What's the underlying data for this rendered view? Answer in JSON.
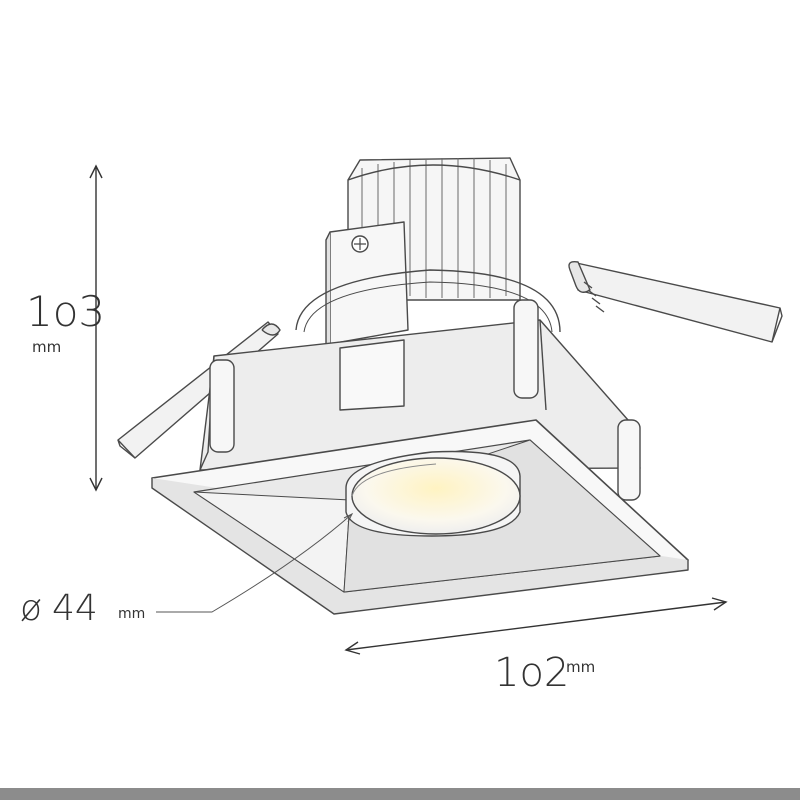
{
  "dimensions": {
    "height": {
      "value": "1o3",
      "unit": "mm"
    },
    "diameter": {
      "symbol": "ø",
      "value": "44",
      "unit": "mm"
    },
    "width": {
      "value": "1o2",
      "unit": "mm"
    }
  },
  "colors": {
    "background": "#ffffff",
    "line": "#4a4a4a",
    "fixture_fill": "#f4f4f4",
    "fixture_shade": "#dedede",
    "light_glow": "#fff6cf",
    "bottom_bar": "#8c8c8c"
  }
}
